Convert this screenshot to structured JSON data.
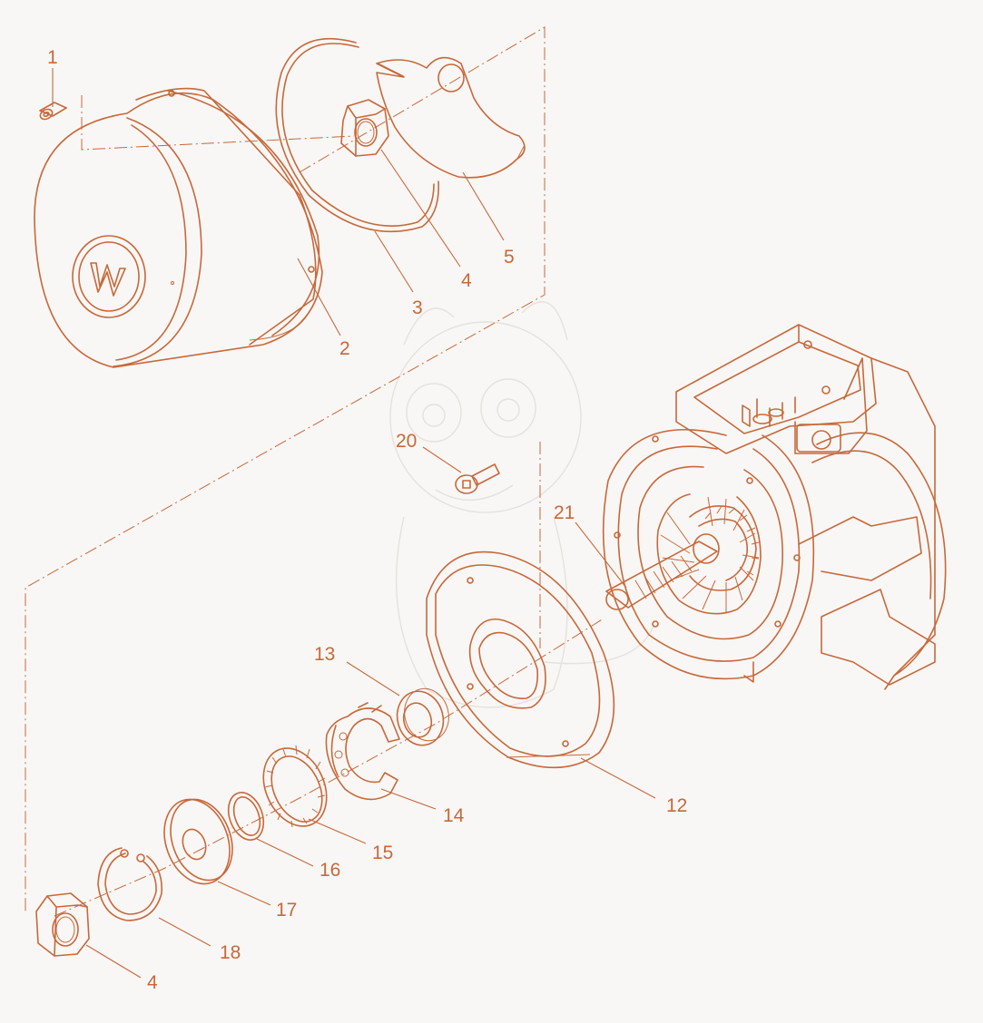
{
  "colors": {
    "line": "#c8683a",
    "background": "#f8f7f5",
    "watermark": "#e6e1dc"
  },
  "logo": {
    "name": "motor-brand-logo"
  },
  "callouts": [
    {
      "id": "1"
    },
    {
      "id": "2"
    },
    {
      "id": "3"
    },
    {
      "id": "4"
    },
    {
      "id": "5"
    },
    {
      "id": "20"
    },
    {
      "id": "21"
    },
    {
      "id": "12"
    },
    {
      "id": "13"
    },
    {
      "id": "14"
    },
    {
      "id": "15"
    },
    {
      "id": "16"
    },
    {
      "id": "17"
    },
    {
      "id": "18"
    },
    {
      "id": "4"
    }
  ]
}
